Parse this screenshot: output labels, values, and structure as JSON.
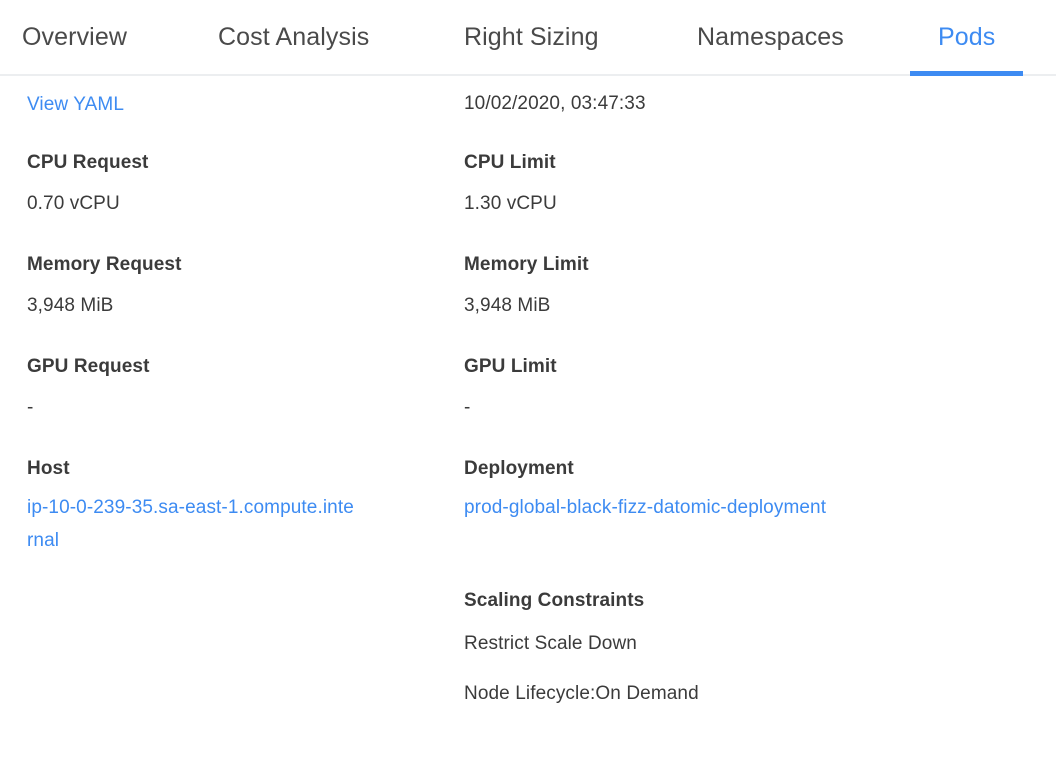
{
  "tabs": [
    {
      "id": "overview",
      "label": "Overview",
      "active": false
    },
    {
      "id": "cost",
      "label": "Cost Analysis",
      "active": false
    },
    {
      "id": "rightsizing",
      "label": "Right Sizing",
      "active": false
    },
    {
      "id": "namespaces",
      "label": "Namespaces",
      "active": false
    },
    {
      "id": "pods",
      "label": "Pods",
      "active": true
    }
  ],
  "colors": {
    "accent": "#3d8bf2",
    "link": "#3d8bf2",
    "text": "#3b3b3b",
    "tab_inactive": "#4a4a4a",
    "divider": "#eceef0",
    "background": "#ffffff"
  },
  "left_column": {
    "view_yaml_link": "View YAML",
    "cpu_request": {
      "label": "CPU Request",
      "value": "0.70 vCPU"
    },
    "memory_request": {
      "label": "Memory Request",
      "value": "3,948 MiB"
    },
    "gpu_request": {
      "label": "GPU Request",
      "value": "-"
    },
    "host": {
      "label": "Host",
      "value": "ip-10-0-239-35.sa-east-1.compute.internal"
    }
  },
  "right_column": {
    "timestamp": "10/02/2020, 03:47:33",
    "cpu_limit": {
      "label": "CPU Limit",
      "value": "1.30 vCPU"
    },
    "memory_limit": {
      "label": "Memory Limit",
      "value": "3,948 MiB"
    },
    "gpu_limit": {
      "label": "GPU Limit",
      "value": "-"
    },
    "deployment": {
      "label": "Deployment",
      "value": "prod-global-black-fizz-datomic-deployment"
    },
    "scaling_constraints": {
      "label": "Scaling Constraints",
      "items": [
        "Restrict Scale Down",
        "Node Lifecycle:On Demand"
      ]
    }
  }
}
